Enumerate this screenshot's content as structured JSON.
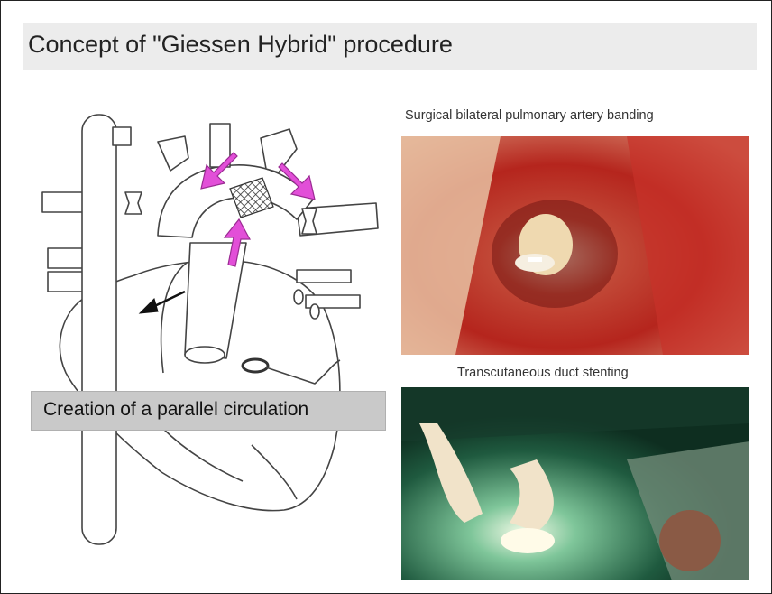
{
  "slide": {
    "title": "Concept of \"Giessen Hybrid\" procedure",
    "overlay_label": "Creation of a parallel circulation"
  },
  "photos": [
    {
      "caption": "Surgical bilateral pulmonary artery banding"
    },
    {
      "caption": "Transcutaneous duct stenting"
    }
  ],
  "colors": {
    "arrow_magenta": "#e24fd8",
    "title_bar": "#ececec",
    "label_box": "#c9c9c9"
  }
}
